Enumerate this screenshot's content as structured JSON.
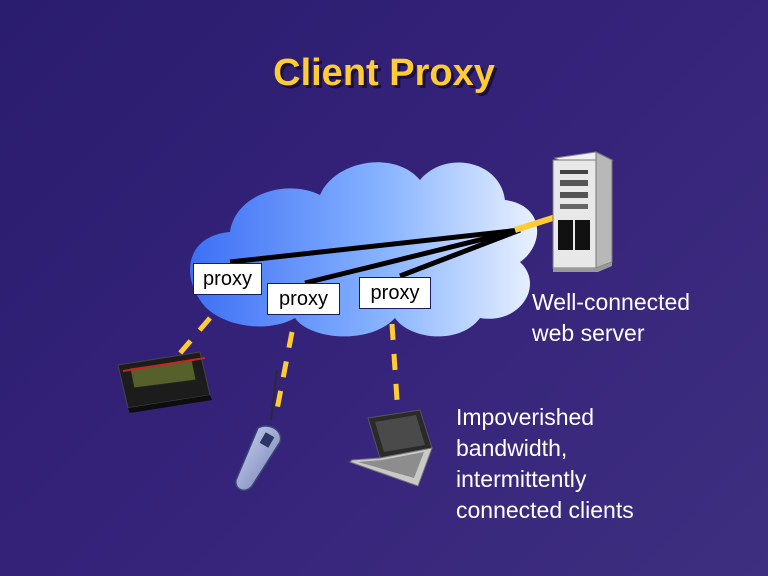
{
  "slide": {
    "title": "Client Proxy"
  },
  "proxies": [
    {
      "label": "proxy"
    },
    {
      "label": "proxy"
    },
    {
      "label": "proxy"
    }
  ],
  "server_caption": {
    "line1": "Well-connected",
    "line2": "web server"
  },
  "clients_caption": {
    "line1": "Impoverished",
    "line2": "bandwidth,",
    "line3": "intermittently",
    "line4": "connected clients"
  },
  "colors": {
    "background": "#2f2173",
    "title": "#ffcc33",
    "wireless_link": "#ffcc33",
    "wired_link": "#000000",
    "cloud": "#6fa0ff"
  },
  "icons": [
    "cloud-icon",
    "server-tower-icon",
    "pager-icon",
    "cell-phone-icon",
    "laptop-icon"
  ]
}
